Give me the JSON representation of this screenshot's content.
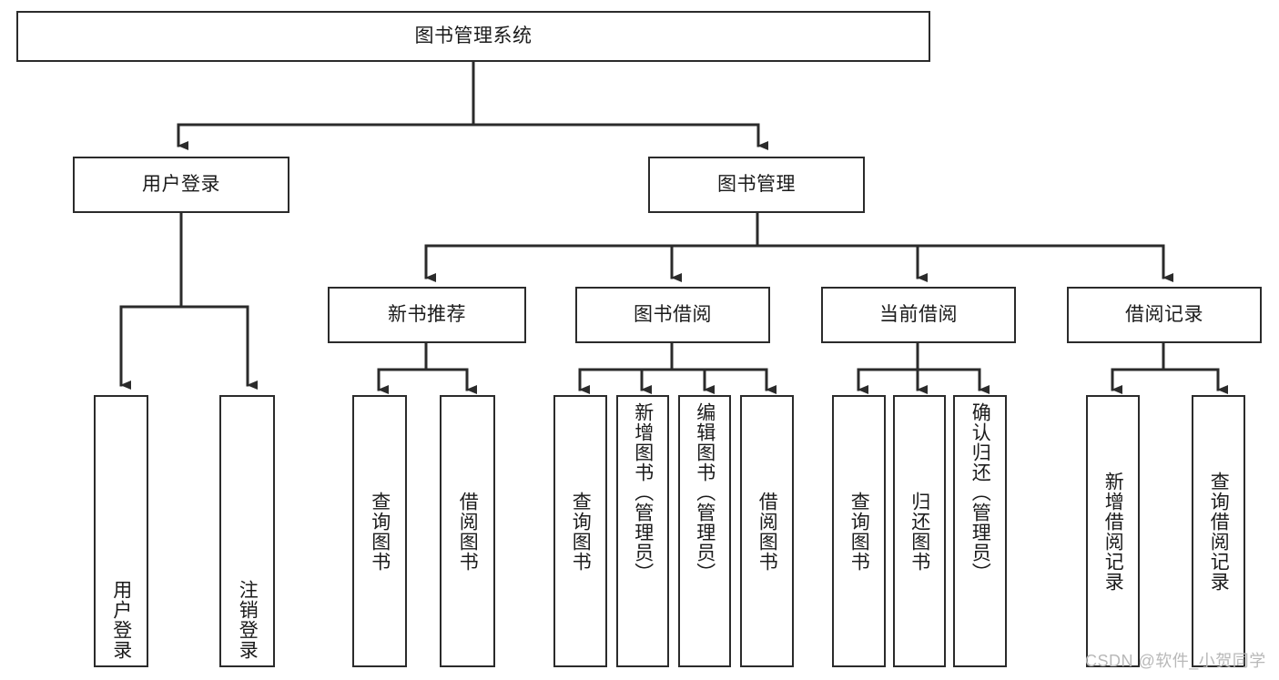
{
  "diagram": {
    "title": "图书管理系统",
    "type": "tree-hierarchy-flowchart",
    "colors": {
      "background": "#ffffff",
      "node_border": "#2b2b2b",
      "node_fill": "#ffffff",
      "connector": "#2b2b2b",
      "text": "#1b1b1b",
      "watermark": "#b8b8b8"
    }
  },
  "nodes": {
    "root": {
      "label": "图书管理系统"
    },
    "level1": {
      "user_login": {
        "label": "用户登录"
      },
      "book_management": {
        "label": "图书管理"
      }
    },
    "level2": {
      "new_book_recommend": {
        "label": "新书推荐"
      },
      "book_borrow": {
        "label": "图书借阅"
      },
      "current_borrow": {
        "label": "当前借阅"
      },
      "borrow_record": {
        "label": "借阅记录"
      }
    },
    "leaves": {
      "user_login": [
        {
          "label": "用户登录"
        },
        {
          "label": "注销登录"
        }
      ],
      "new_book_recommend": [
        {
          "label": "查询图书"
        },
        {
          "label": "借阅图书"
        }
      ],
      "book_borrow": [
        {
          "label": "查询图书"
        },
        {
          "label": "新增图书（管理员）"
        },
        {
          "label": "编辑图书（管理员）"
        },
        {
          "label": "借阅图书"
        }
      ],
      "current_borrow": [
        {
          "label": "查询图书"
        },
        {
          "label": "归还图书"
        },
        {
          "label": "确认归还（管理员）"
        }
      ],
      "borrow_record": [
        {
          "label": "新增借阅记录"
        },
        {
          "label": "查询借阅记录"
        }
      ]
    }
  },
  "watermark": {
    "text": "CSDN @软件_小贺同学"
  }
}
